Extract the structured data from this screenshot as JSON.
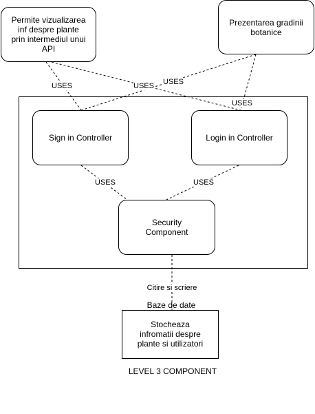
{
  "diagram": {
    "nodes": {
      "api_client": "Permite vizualizarea\ninf despre plante\nprin intermediul unui\nAPI",
      "botanic_garden": "Prezentarea gradinii\nbotanice",
      "sign_in_controller": "Sign in Controller",
      "login_controller": "Login in Controller",
      "security_component": "Security\nComponent",
      "database": "Stocheaza\ninfromatii despre\nplante si utilizatori"
    },
    "edge_labels": {
      "api_to_signin": "USES",
      "garden_to_signin": "USES",
      "api_to_login": "USES",
      "garden_to_login": "USES",
      "signin_to_security": "USES",
      "login_to_security": "USES",
      "security_to_db": "Citire si scriere"
    },
    "database_title": "Baze de date",
    "caption": "LEVEL 3 COMPONENT"
  }
}
